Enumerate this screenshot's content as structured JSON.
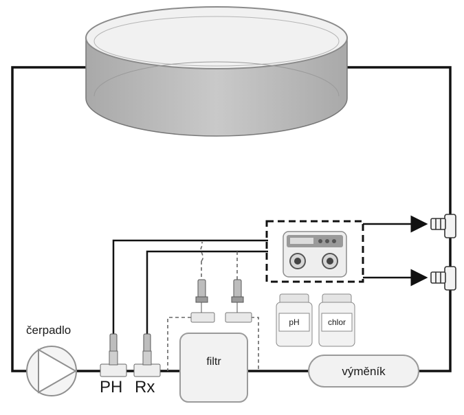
{
  "labels": {
    "pump": "čerpadlo",
    "ph_probe": "PH",
    "rx_probe": "Rx",
    "filter": "filtr",
    "heat_exchanger": "výměník",
    "ph_canister": "pH",
    "chlor_canister": "chlor"
  },
  "colors": {
    "pipe": "#111111",
    "pool_wall": "#b8b8b8",
    "water": "#d4d4d4",
    "component_fill": "#f2f2f2",
    "component_stroke": "#999999"
  },
  "icons": [
    "pump-icon",
    "dosing-unit-icon",
    "injection-valve-icon",
    "probe-icon"
  ]
}
